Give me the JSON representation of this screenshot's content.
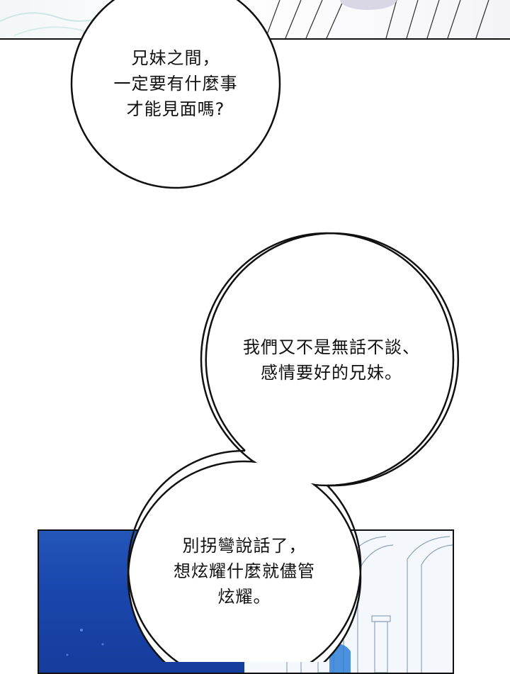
{
  "panels": {
    "top": {
      "description_color": "#f3f6f8"
    },
    "bottom": {
      "left_color": "#1f4fb4",
      "right_color": "#f4f7fb"
    }
  },
  "bubbles": [
    {
      "lines": [
        "兄妹之間，",
        "一定要有什麼事",
        "才能見面嗎?"
      ]
    },
    {
      "lines": [
        "我們又不是無話不談、",
        "感情要好的兄妹。"
      ]
    },
    {
      "lines": [
        "別拐彎說話了，",
        "想炫耀什麼就儘管",
        "炫耀。"
      ]
    }
  ]
}
